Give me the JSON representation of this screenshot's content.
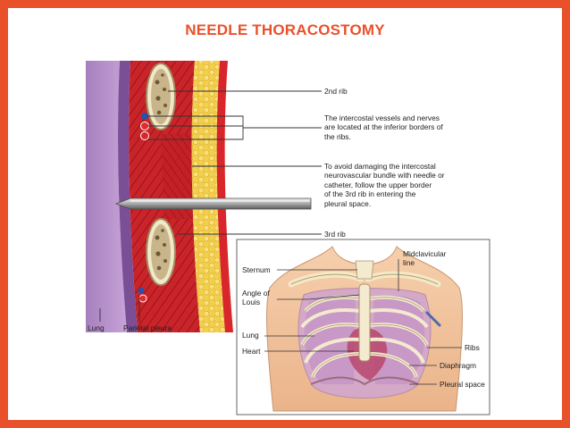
{
  "title": "NEEDLE THORACOSTOMY",
  "cross_section": {
    "labels": {
      "rib_2": "2nd rib",
      "vessels": [
        "The intercostal vessels and nerves",
        "are located at the inferior borders of",
        "the ribs."
      ],
      "technique": [
        "To avoid damaging the intercostal",
        "neurovascular bundle with needle or",
        "catheter, follow the upper border",
        "of the 3rd rib in entering the",
        "pleural space."
      ],
      "rib_3": "3rd rib",
      "lung": "Lung",
      "parietal_pleura": "Parietal pleura"
    }
  },
  "chest_inset": {
    "labels": {
      "midclavicular": [
        "Midclavicular",
        "line"
      ],
      "sternum": "Sternum",
      "angle_of_louis": [
        "Angle of",
        "Louis"
      ],
      "lung": "Lung",
      "heart": "Heart",
      "ribs": "Ribs",
      "diaphragm": "Diaphragm",
      "pleural_space": "Pleural space"
    }
  },
  "colors": {
    "accent": "#e9512b",
    "muscle": "#c9242a",
    "fat": "#f2cc3c",
    "pleura": "#8e5fa8",
    "lung": "#b58cc8",
    "bone": "#efe6c8",
    "skin": "#f1c29a"
  }
}
